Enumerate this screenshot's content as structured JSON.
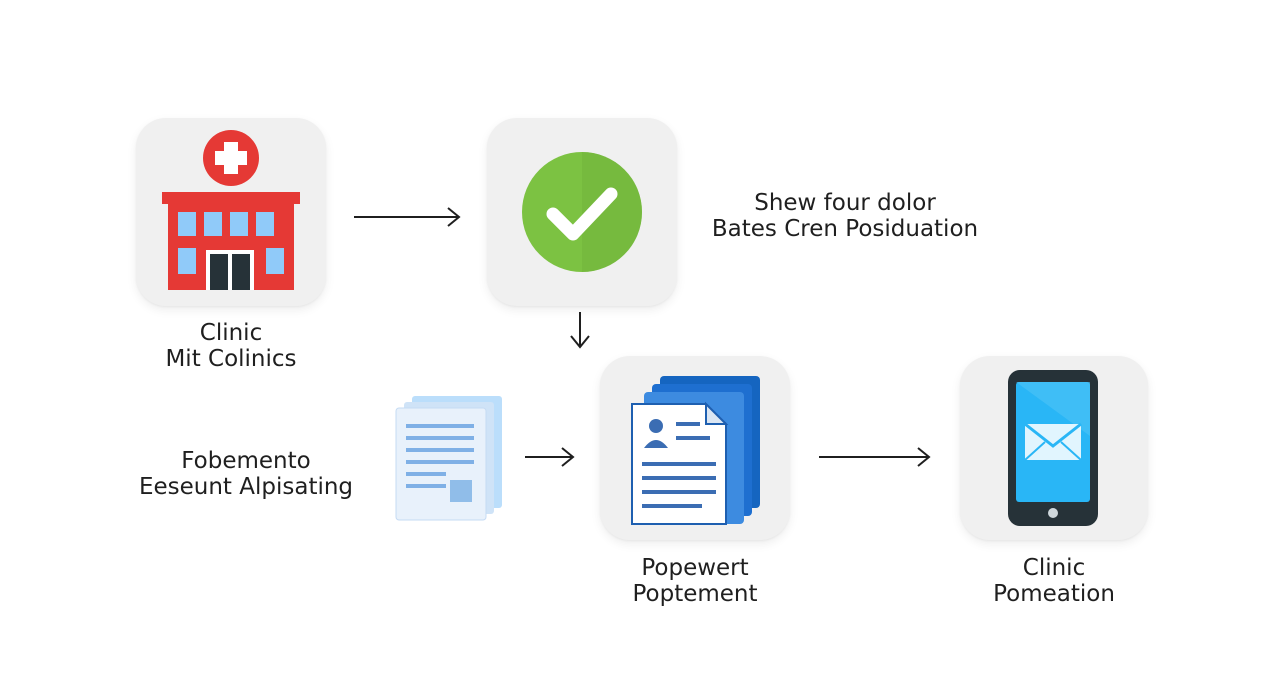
{
  "nodes": {
    "clinic": {
      "line1": "Clinic",
      "line2": "Mit Colinics"
    },
    "approval": {
      "line1": "Shew four dolor",
      "line2": "Bates Cren Posiduation"
    },
    "documents": {
      "line1": "Fobemento",
      "line2": "Eeseunt Alpisating"
    },
    "patient_record": {
      "line1": "Popewert",
      "line2": "Poptement"
    },
    "mobile": {
      "line1": "Clinic",
      "line2": "Pomeation"
    }
  },
  "icons": {
    "clinic": "hospital-building-icon",
    "approval": "green-check-icon",
    "documents": "document-stack-icon",
    "patient_record": "patient-file-icon",
    "mobile": "phone-message-icon"
  },
  "colors": {
    "tile_bg": "#f0f0f0",
    "hospital_red": "#e53935",
    "check_green": "#7cc242",
    "file_blue": "#1e6fd0",
    "phone_screen": "#29b6f6",
    "arrow": "#1f1f1f"
  }
}
